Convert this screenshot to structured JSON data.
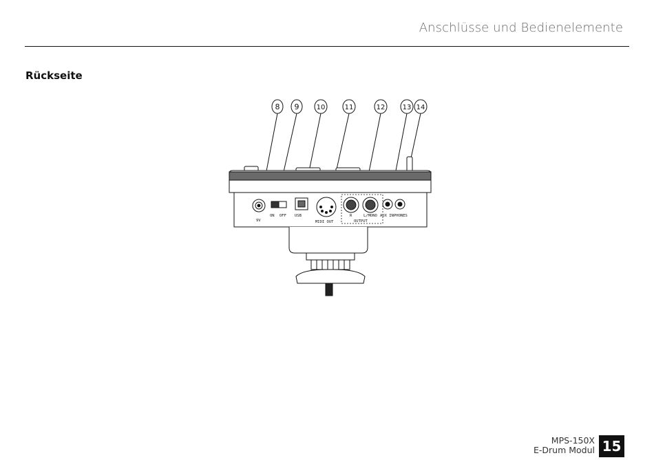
{
  "header": {
    "section_title": "Anschlüsse und Bedienelemente"
  },
  "subsection_title": "Rückseite",
  "diagram": {
    "callouts": [
      "8",
      "9",
      "10",
      "11",
      "12",
      "13",
      "14"
    ],
    "labels": {
      "power": "9V",
      "on": "ON",
      "off": "OFF",
      "usb": "USB",
      "midi_out": "MIDI OUT",
      "r": "R",
      "l_mono": "L/MONO",
      "aux_in": "AUX IN",
      "phones": "PHONES",
      "output": "OUTPUT"
    }
  },
  "footer": {
    "model": "MPS-150X",
    "product": "E-Drum Modul",
    "page_number": "15"
  }
}
